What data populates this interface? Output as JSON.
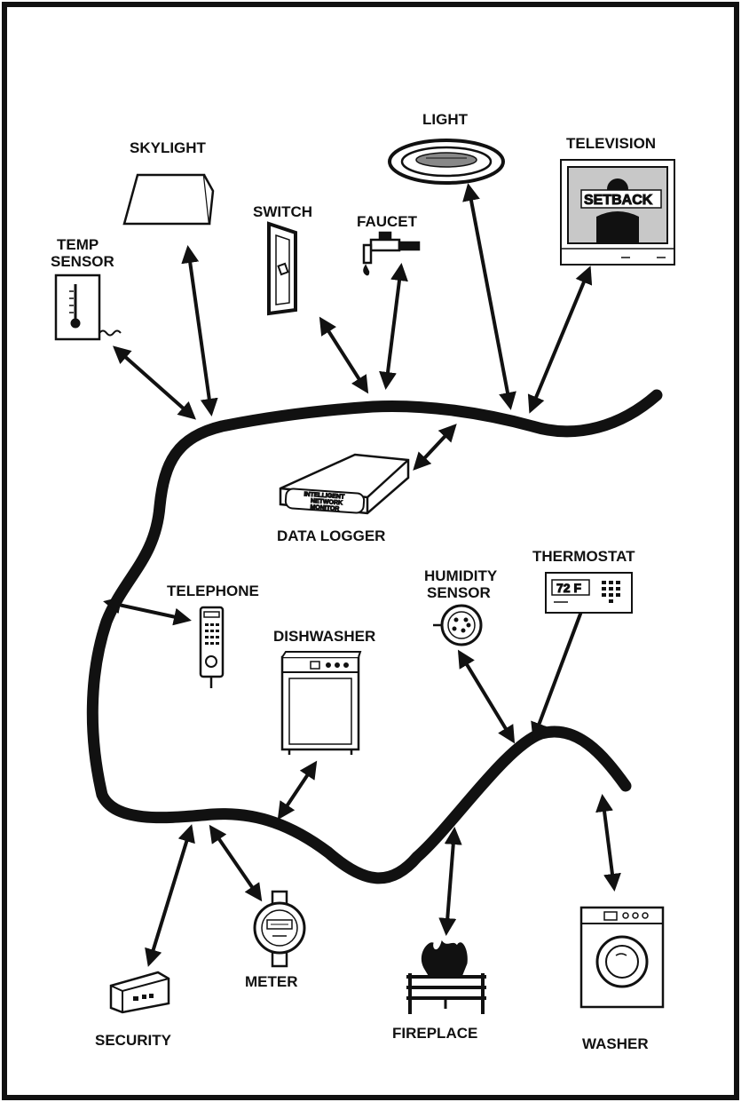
{
  "labels": {
    "skylight": "SKYLIGHT",
    "temp_sensor_line1": "TEMP",
    "temp_sensor_line2": "SENSOR",
    "switch": "SWITCH",
    "faucet": "FAUCET",
    "light": "LIGHT",
    "television": "TELEVISION",
    "data_logger": "DATA  LOGGER",
    "telephone": "TELEPHONE",
    "dishwasher": "DISHWASHER",
    "humidity_line1": "HUMIDITY",
    "humidity_line2": "SENSOR",
    "thermostat": "THERMOSTAT",
    "security": "SECURITY",
    "meter": "METER",
    "fireplace": "FIREPLACE",
    "washer": "WASHER"
  },
  "device_text": {
    "tv_screen": "SETBACK",
    "logger_line1": "INTELLIGENT",
    "logger_line2": "NETWORK",
    "logger_line3": "MONITOR",
    "thermostat_display": "72 F"
  },
  "colors": {
    "ink": "#111111",
    "background": "#ffffff",
    "screen_fill": "#c8c8c8"
  },
  "icons": [
    "skylight-icon",
    "thermometer-icon",
    "switch-icon",
    "faucet-icon",
    "light-icon",
    "television-icon",
    "data-logger-icon",
    "telephone-icon",
    "dishwasher-icon",
    "humidity-sensor-icon",
    "thermostat-icon",
    "security-icon",
    "meter-icon",
    "fireplace-icon",
    "washer-icon"
  ]
}
